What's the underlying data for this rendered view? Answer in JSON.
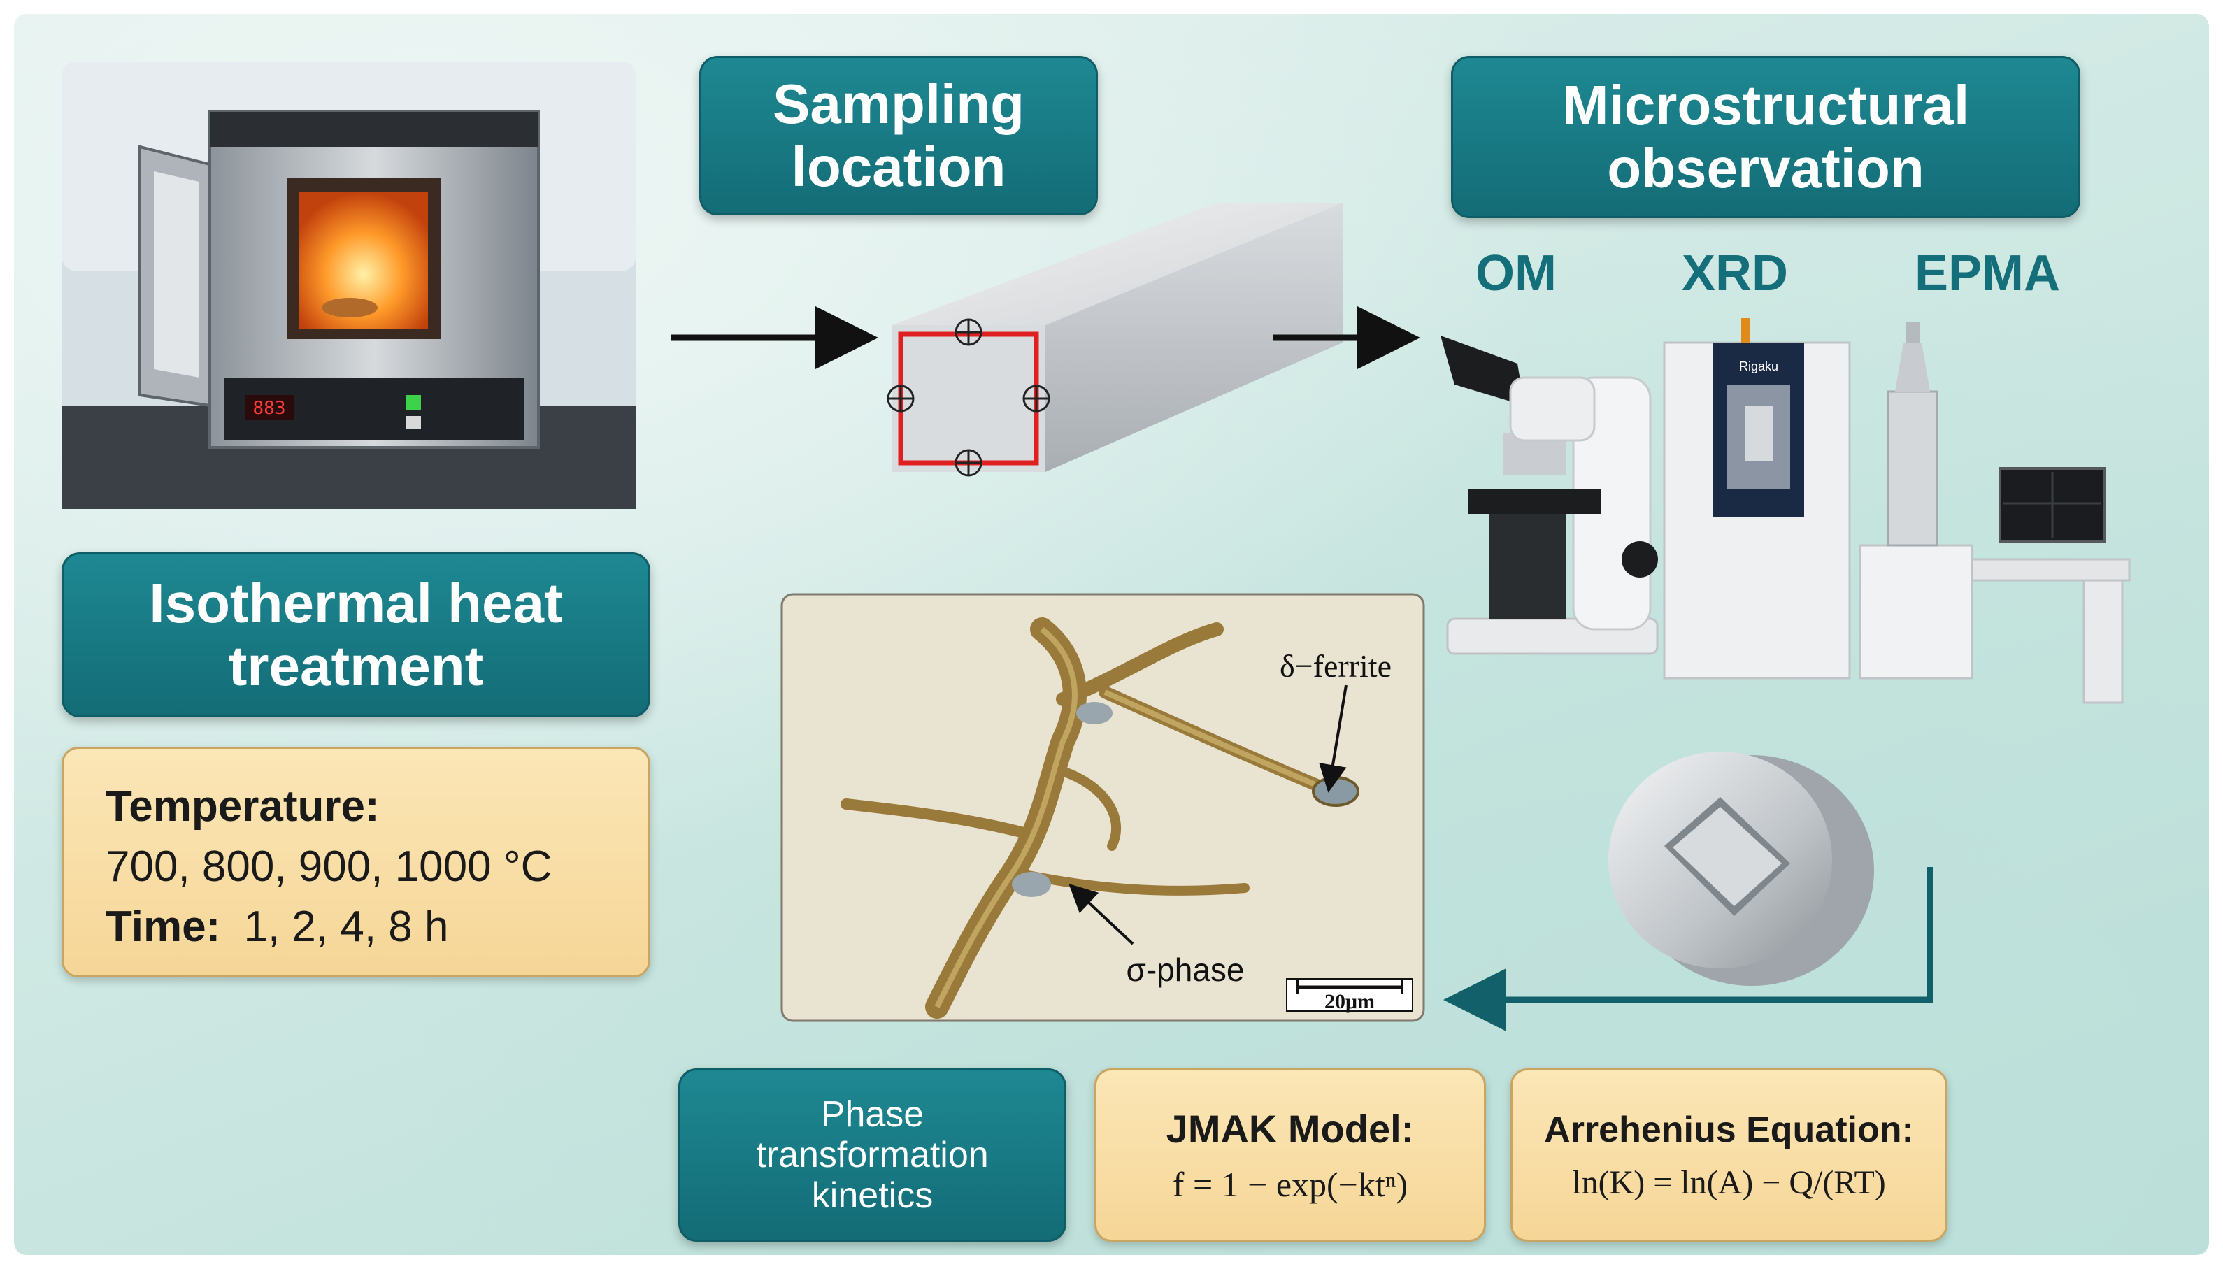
{
  "heat_treatment": {
    "title": "Isothermal heat\ntreatment",
    "temperature_label": "Temperature:",
    "temperature_values": "700, 800, 900, 1000 °C",
    "time_label": "Time:",
    "time_values": "1, 2, 4, 8 h"
  },
  "sampling": {
    "title": "Sampling\nlocation"
  },
  "microstructure": {
    "title": "Microstructural\nobservation",
    "techniques": [
      "OM",
      "XRD",
      "EPMA"
    ],
    "instrument_brand": "Rigaku",
    "furnace_display": "883"
  },
  "micrograph": {
    "label_ferrite": "δ−ferrite",
    "label_sigma": "σ-phase",
    "scale_bar": "20μm"
  },
  "kinetics": {
    "title": "Phase\ntransformation\nkinetics",
    "jmak_title": "JMAK Model:",
    "jmak_equation": "f = 1 − exp(−ktⁿ)",
    "arrhenius_title": "Arrehenius Equation:",
    "arrhenius_equation": "ln(K) = ln(A) − Q/(RT)"
  },
  "colors": {
    "teal": "#157079",
    "teal_text": "#156f7a",
    "yellow": "#f8dca2",
    "arrow": "#111111",
    "arrow_return": "#12606a",
    "section_outline": "#e02020"
  }
}
